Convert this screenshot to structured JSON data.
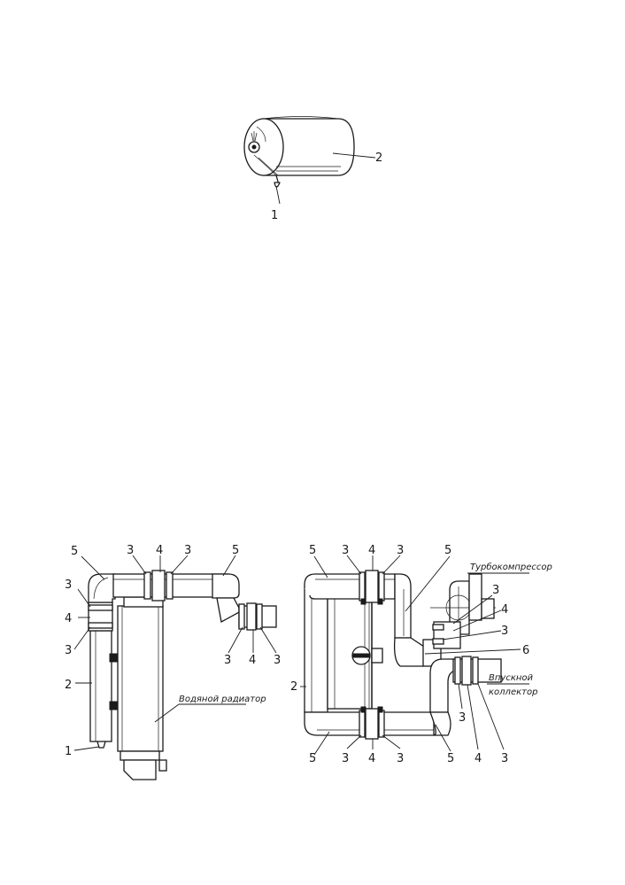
{
  "figure_top": {
    "callouts": {
      "c1": "1",
      "c2": "2"
    }
  },
  "figure_left": {
    "callouts": {
      "top_5a": "5",
      "top_3a": "3",
      "top_4": "4",
      "top_3b": "3",
      "top_5b": "5",
      "left_3a": "3",
      "left_4": "4",
      "left_3b": "3",
      "left_2": "2",
      "left_1": "1",
      "right_3a": "3",
      "right_4": "4",
      "right_3b": "3"
    },
    "radiator_label": "Водяной радиатор"
  },
  "figure_right": {
    "callouts": {
      "top_5a": "5",
      "top_3a": "3",
      "top_4": "4",
      "top_3b": "3",
      "top_5b": "5",
      "turbo_3a": "3",
      "turbo_4": "4",
      "turbo_3b": "3",
      "turbo_6": "6",
      "left_2": "2",
      "bot_5a": "5",
      "bot_3a": "3",
      "bot_4": "4",
      "bot_3b": "3",
      "bot_5b": "5",
      "mani_3a": "3",
      "mani_4": "4",
      "mani_3b": "3"
    },
    "turbo_label": "Турбокомпрессор",
    "manifold_label_1": "Впускной",
    "manifold_label_2": "коллектор"
  }
}
